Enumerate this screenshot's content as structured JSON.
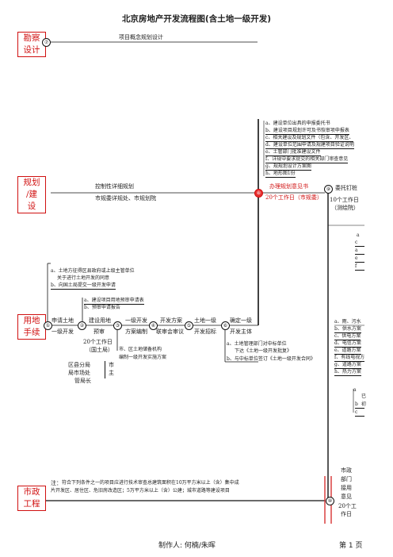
{
  "title": "北京房地产开发流程图(含土地一级开发)",
  "departments": {
    "survey": "勘察\n设计",
    "planning": "规划\n/建\n设",
    "land": "用地\n手续",
    "municipal": "市政\n工程"
  },
  "nodes": {
    "n1": "①",
    "n2": "②",
    "n3": "③",
    "n4": "④",
    "n5": "⑤",
    "n6": "⑥",
    "n7": "⑦",
    "n8": "⑧",
    "n9": "⑨",
    "n10": "⑩"
  },
  "survey": {
    "project_design": "项目概念规划设计"
  },
  "planning": {
    "control_plan": "控制性详细规划",
    "control_plan_sub": "市规委详规处、市规划院",
    "materials": [
      "a、建设单位出具的申报委托书",
      "b、建设项目规划许可及书恢审项申报表",
      "c、相关建设及规划文件（包含、开发区、",
      "d、建设单位范围申请及规建项目验证说明",
      "e、土管部门批准建设文件",
      "f、详规中要求提交的相关部门审查意见",
      "g、规规划设计方案图",
      "h、地形图1份"
    ],
    "opinion_title": "办理规划意见书",
    "opinion_sub": "20个工作日（市规委）",
    "entrust": "委托钉桩",
    "entrust_sub1": "10个工作日",
    "entrust_sub2": "（测绘院）",
    "side_letters": [
      "a",
      "c",
      "a",
      "e",
      "f"
    ]
  },
  "land": {
    "gov_materials": [
      "a、土地方征得区县政府或上级主管单位",
      "关于进行土地开发的同意",
      "b、向国土局提交一级开发申请"
    ],
    "preapply_materials": [
      "a、建设项目用地预审申请表",
      "b、预审申请报告"
    ],
    "step1": "申请土地",
    "step1_sub": "一级开发",
    "step2": "建设用地",
    "step2_sub": "预审",
    "step2_time1": "20个工作日",
    "step2_time2": "（国土局）",
    "step3": "一级开发",
    "step3_sub": "方案编制",
    "step3_note1": "市、区土地储备机构",
    "step3_note2": "编制一级开发实施方案",
    "district_box": [
      "区县分局",
      "局市场处",
      "管局长"
    ],
    "district_box_right": [
      "市",
      "主"
    ],
    "step4": "开发方案",
    "step4_sub": "联审会审议",
    "step5": "土地一级",
    "step5_sub": "开发招标",
    "step6": "确定一级",
    "step6_sub": "开发主体",
    "contract_notes": [
      "a、土地管理部门对中标单位",
      "下达《土地一级开发批复》",
      "b、与中标单位签订《土地一级开发合同》"
    ],
    "right_list": [
      "a、雨、污水",
      "b、供水方案",
      "c、供电方案",
      "d、电信方案",
      "e、道路方案",
      "f、有线电视方",
      "g、道路方案",
      "h、热力方案"
    ],
    "right_small": [
      "a",
      "b",
      "c"
    ],
    "right_small_text": [
      "已",
      "初"
    ]
  },
  "municipal": {
    "note_label": "注：",
    "note_line1": "符合下列条件之一的项目应进行技术审查总建筑面积在10万平方米以上（含）集中成",
    "note_line2": "片开发区、居住区、危旧房改造区；5万平方米以上（含）公建；城市道路等建设项目",
    "side_box": [
      "市政",
      "部门",
      "接用",
      "意见"
    ],
    "side_time1": "20个工",
    "side_time2": "作日"
  },
  "footer": {
    "author": "制作人: 何楠/朱晖",
    "page": "第 1 页"
  }
}
